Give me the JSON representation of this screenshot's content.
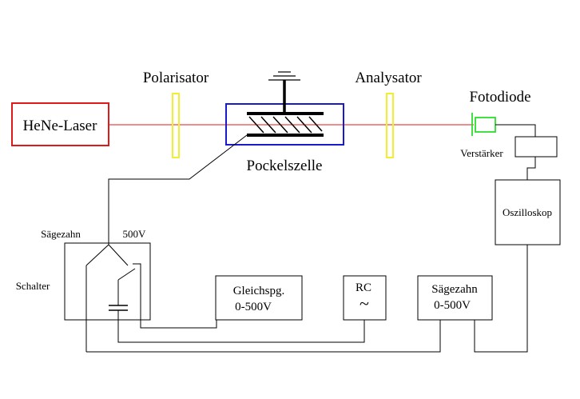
{
  "labels": {
    "laser": "HeNe-Laser",
    "polarizer": "Polarisator",
    "pockels_cell": "Pockelszelle",
    "analyzer": "Analysator",
    "photodiode": "Fotodiode",
    "amplifier": "Verstärker",
    "oscilloscope": "Oszilloskop",
    "sawtooth_top": "Sägezahn",
    "voltage_500": "500V",
    "switch": "Schalter",
    "dc_supply_line1": "Gleichspg.",
    "dc_supply_line2": "0-500V",
    "rc": "RC",
    "rc_tilde": "~",
    "sawtooth_gen_line1": "Sägezahn",
    "sawtooth_gen_line2": "0-500V"
  },
  "colors": {
    "laser_box": "#e01a1a",
    "beam": "#e01a1a",
    "polarizer": "#f2ef30",
    "pockels_box": "#1a1acc",
    "photodiode": "#2edc2e",
    "wire": "#000000"
  }
}
